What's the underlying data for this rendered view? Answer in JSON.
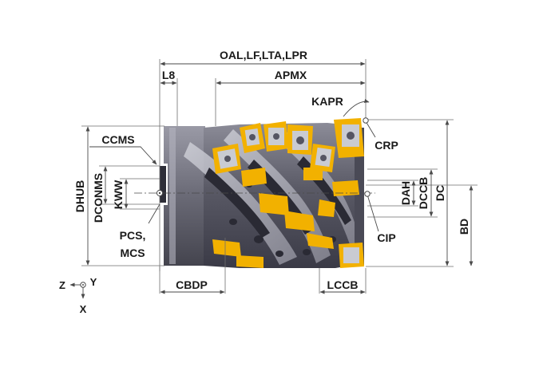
{
  "labels": {
    "oal": "OAL,LF,LTA,LPR",
    "l8": "L8",
    "apmx": "APMX",
    "kapr": "KAPR",
    "ccms": "CCMS",
    "crp": "CRP",
    "dhub": "DHUB",
    "dconms": "DCONMS",
    "kww": "KWW",
    "dah": "DAH",
    "dccb": "DCCB",
    "dc": "DC",
    "bd": "BD",
    "pcs": "PCS,",
    "mcs": "MCS",
    "cip": "CIP",
    "cbdp": "CBDP",
    "lccb": "LCCB",
    "axis_z": "Z",
    "axis_y": "Y",
    "axis_x": "X"
  },
  "colors": {
    "body_dark": "#3a3a46",
    "body_mid": "#6e6e7c",
    "body_light": "#a8a8b4",
    "insert_yellow": "#f2b100",
    "insert_face": "#c9cbd2",
    "dimension_line": "#4a4a4a",
    "text": "#1a1a1a"
  },
  "icons": {
    "coordinate_origin": "crosshair-dot-icon",
    "point_marker": "circle-marker-icon"
  }
}
